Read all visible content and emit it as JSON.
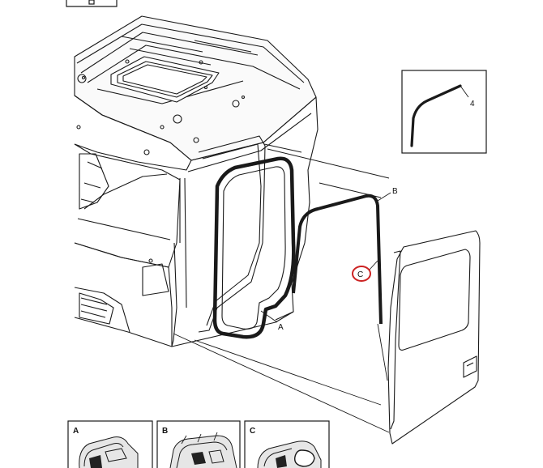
{
  "callouts": {
    "a": "A",
    "b": "B",
    "c": "C",
    "four": "4"
  },
  "detail_panels": [
    {
      "label": "A"
    },
    {
      "label": "B"
    },
    {
      "label": "C"
    }
  ],
  "colors": {
    "line": "#1a1a1a",
    "highlight": "#cc2222",
    "seal": "#222222",
    "panel_fill": "#ffffff",
    "shadow": "#e6e6e6"
  }
}
